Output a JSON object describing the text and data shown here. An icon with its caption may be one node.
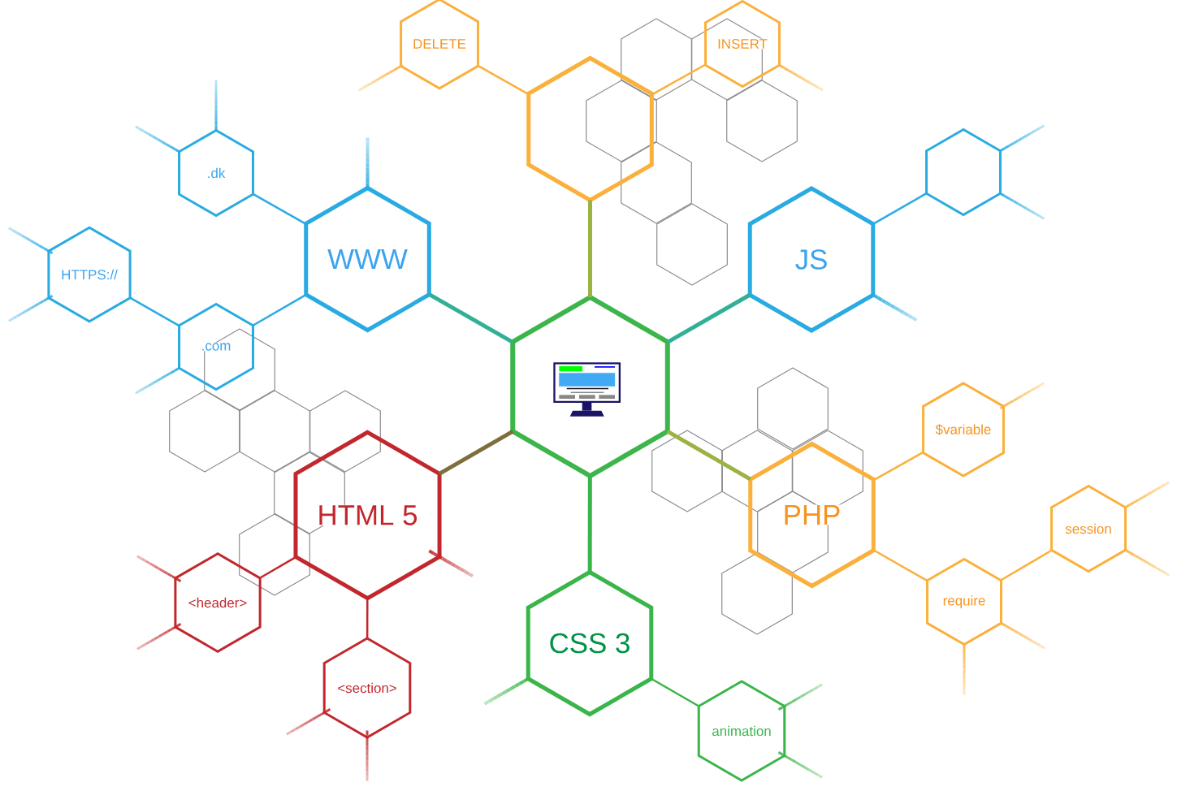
{
  "diagram": {
    "nodes": [
      {
        "text": [
          "DELETE"
        ]
      },
      {
        "text": [
          "INSERT"
        ]
      },
      {
        "text": [],
        "shape": "hexagon"
      },
      {
        "text": [
          ".dk"
        ]
      },
      {
        "text": [],
        "shape": "hexagon"
      },
      {
        "text": [
          "WWW"
        ]
      },
      {
        "text": [
          "JS"
        ]
      },
      {
        "text": [
          "HTTPS://"
        ]
      },
      {
        "text": [
          ".com"
        ]
      },
      {
        "text": [],
        "shape": "hexagon"
      },
      {
        "text": [
          "$variable"
        ]
      },
      {
        "text": [
          "HTML 5"
        ]
      },
      {
        "text": [
          "PHP"
        ]
      },
      {
        "text": [
          "session"
        ]
      },
      {
        "text": [
          "<header>"
        ]
      },
      {
        "text": [
          "require"
        ]
      },
      {
        "text": [
          "CSS 3"
        ]
      },
      {
        "text": [
          "<section>"
        ]
      },
      {
        "text": [
          "animation"
        ]
      }
    ],
    "edges": [
      {
        "from": 9,
        "to": 2,
        "arrow": "none",
        "style": "thick",
        "color": "#9ab343"
      },
      {
        "from": 9,
        "to": 5,
        "arrow": "none",
        "style": "thick",
        "color": "#31b096"
      },
      {
        "from": 9,
        "to": 6,
        "arrow": "none",
        "style": "thick",
        "color": "#31b096"
      },
      {
        "from": 9,
        "to": 11,
        "arrow": "none",
        "style": "thick",
        "color": "#7d6e3c"
      },
      {
        "from": 9,
        "to": 12,
        "arrow": "none",
        "style": "thick",
        "color": "#9ab343"
      },
      {
        "from": 9,
        "to": 16,
        "arrow": "none",
        "style": "thick",
        "color": "#39b54a"
      },
      {
        "from": 2,
        "to": 0,
        "arrow": "none",
        "color": "#fbb03b"
      },
      {
        "from": 2,
        "to": 1,
        "arrow": "none",
        "color": "#fbb03b"
      },
      {
        "from": 5,
        "to": 3,
        "arrow": "none",
        "color": "#29abe2"
      },
      {
        "from": 5,
        "to": 8,
        "arrow": "none",
        "color": "#29abe2"
      },
      {
        "from": 8,
        "to": 7,
        "arrow": "none",
        "color": "#29abe2"
      },
      {
        "from": 6,
        "to": 4,
        "arrow": "none",
        "color": "#29abe2"
      },
      {
        "from": 12,
        "to": 10,
        "arrow": "none",
        "color": "#fbb03b"
      },
      {
        "from": 12,
        "to": 15,
        "arrow": "none",
        "color": "#fbb03b"
      },
      {
        "from": 15,
        "to": 13,
        "arrow": "none",
        "color": "#fbb03b"
      },
      {
        "from": 11,
        "to": 14,
        "arrow": "none",
        "color": "#c1272d"
      },
      {
        "from": 11,
        "to": 17,
        "arrow": "none",
        "color": "#c1272d"
      },
      {
        "from": 16,
        "to": 18,
        "arrow": "none",
        "color": "#39b54a"
      }
    ]
  }
}
